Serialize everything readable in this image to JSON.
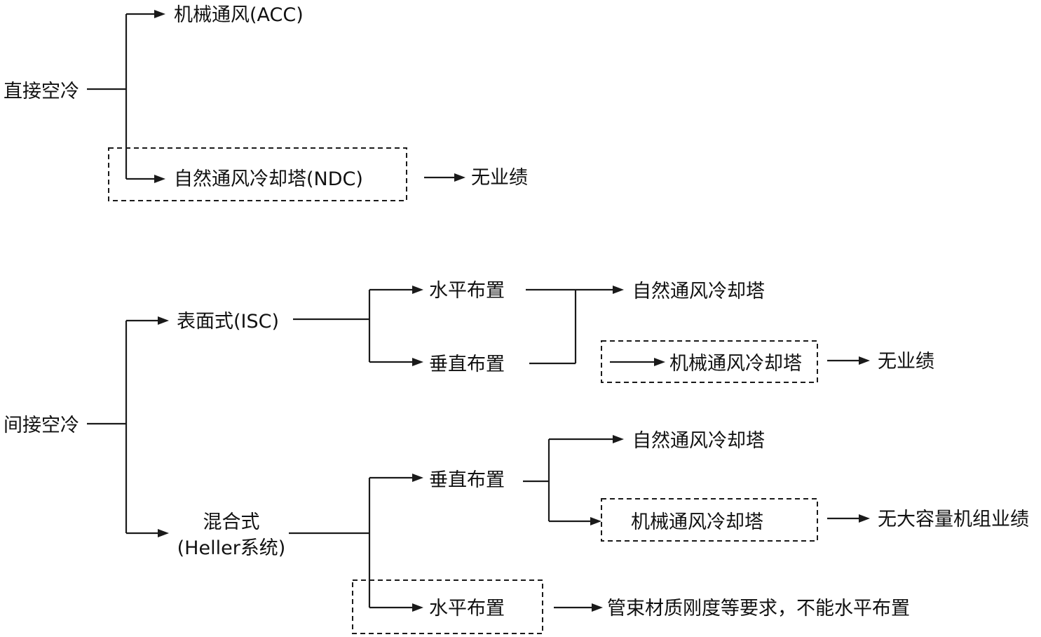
{
  "labels": {
    "direct_air_cooling": "直接空冷",
    "acc": "机械通风(ACC)",
    "ndc": "自然通风冷却塔(NDC)",
    "no_record_1": "无业绩",
    "indirect_air_cooling": "间接空冷",
    "isc": "表面式(ISC)",
    "isc_horizontal": "水平布置",
    "isc_vertical": "垂直布置",
    "isc_natural_tower": "自然通风冷却塔",
    "isc_mech_tower": "机械通风冷却塔",
    "no_record_2": "无业绩",
    "mixed_line1": "混合式",
    "mixed_line2": "(Heller系统)",
    "mixed_vertical": "垂直布置",
    "mixed_natural_tower": "自然通风冷却塔",
    "mixed_mech_tower": "机械通风冷却塔",
    "no_large_unit_record": "无大容量机组业绩",
    "mixed_horizontal": "水平布置",
    "tube_requirement": "管束材质刚度等要求，不能水平布置"
  }
}
